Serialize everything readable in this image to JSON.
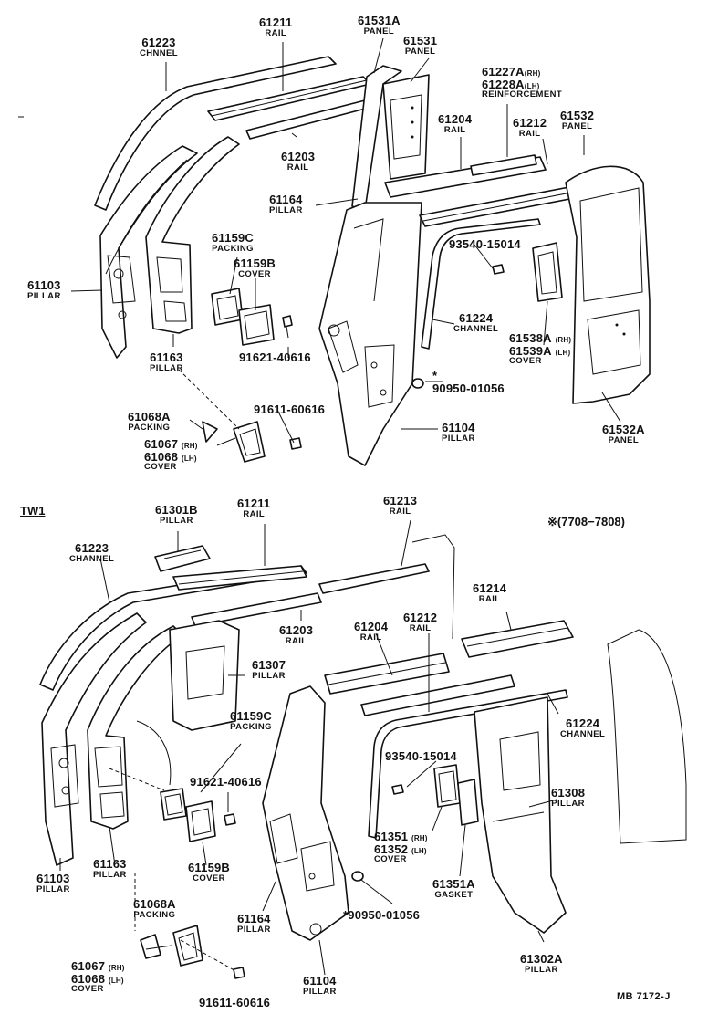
{
  "upper": {
    "labels": [
      {
        "id": "u61223",
        "num": "61223",
        "sub": "CHNNEL"
      },
      {
        "id": "u61211",
        "num": "61211",
        "sub": "RAIL"
      },
      {
        "id": "u61531a",
        "num": "61531A",
        "sub": "PANEL"
      },
      {
        "id": "u61531",
        "num": "61531",
        "sub": "PANEL"
      },
      {
        "id": "u61227a",
        "num": "61227A",
        "sfx": "(RH)"
      },
      {
        "id": "u61228a",
        "num": "61228A",
        "sfx": "(LH)",
        "sub": "REINFORCEMENT"
      },
      {
        "id": "u61204",
        "num": "61204",
        "sub": "RAIL"
      },
      {
        "id": "u61212",
        "num": "61212",
        "sub": "RAIL"
      },
      {
        "id": "u61532",
        "num": "61532",
        "sub": "PANEL"
      },
      {
        "id": "u61203",
        "num": "61203",
        "sub": "RAIL"
      },
      {
        "id": "u61164",
        "num": "61164",
        "sub": "PILLAR"
      },
      {
        "id": "u61159c",
        "num": "61159C",
        "sub": "PACKING"
      },
      {
        "id": "u61159b",
        "num": "61159B",
        "sub": "COVER"
      },
      {
        "id": "u61103",
        "num": "61103",
        "sub": "PILLAR"
      },
      {
        "id": "u93540",
        "num": "93540-15014"
      },
      {
        "id": "u61224",
        "num": "61224",
        "sub": "CHANNEL"
      },
      {
        "id": "u61538a",
        "num": "61538A",
        "sfx": "(RH)"
      },
      {
        "id": "u61539a",
        "num": "61539A",
        "sfx": "(LH)",
        "sub": "COVER"
      },
      {
        "id": "u91621",
        "num": "91621-40616"
      },
      {
        "id": "u61163",
        "num": "61163",
        "sub": "PILLAR"
      },
      {
        "id": "u90950",
        "num": "90950-01056",
        "star": "*"
      },
      {
        "id": "u91611",
        "num": "91611-60616"
      },
      {
        "id": "u61068a",
        "num": "61068A",
        "sub": "PACKING"
      },
      {
        "id": "u61067",
        "num": "61067",
        "sfx": "(RH)"
      },
      {
        "id": "u61068",
        "num": "61068",
        "sfx": "(LH)",
        "sub": "COVER"
      },
      {
        "id": "u61104",
        "num": "61104",
        "sub": "PILLAR"
      },
      {
        "id": "u61532a",
        "num": "61532A",
        "sub": "PANEL"
      }
    ]
  },
  "section_tag": "TW1",
  "date_note": "※(7708−7808)",
  "lower": {
    "labels": [
      {
        "id": "l61301b",
        "num": "61301B",
        "sub": "PILLAR"
      },
      {
        "id": "l61211",
        "num": "61211",
        "sub": "RAIL"
      },
      {
        "id": "l61213",
        "num": "61213",
        "sub": "RAIL"
      },
      {
        "id": "l61223",
        "num": "61223",
        "sub": "CHANNEL"
      },
      {
        "id": "l61214",
        "num": "61214",
        "sub": "RAIL"
      },
      {
        "id": "l61203",
        "num": "61203",
        "sub": "RAIL"
      },
      {
        "id": "l61204",
        "num": "61204",
        "sub": "RAIL"
      },
      {
        "id": "l61212",
        "num": "61212",
        "sub": "RAIL"
      },
      {
        "id": "l61307",
        "num": "61307",
        "sub": "PILLAR"
      },
      {
        "id": "l61159c",
        "num": "61159C",
        "sub": "PACKING"
      },
      {
        "id": "l61224",
        "num": "61224",
        "sub": "CHANNEL"
      },
      {
        "id": "l93540",
        "num": "93540-15014"
      },
      {
        "id": "l91621",
        "num": "91621-40616"
      },
      {
        "id": "l61308",
        "num": "61308",
        "sub": "PILLAR"
      },
      {
        "id": "l61351",
        "num": "61351",
        "sfx": "(RH)"
      },
      {
        "id": "l61352",
        "num": "61352",
        "sfx": "(LH)",
        "sub": "COVER"
      },
      {
        "id": "l61103",
        "num": "61103",
        "sub": "PILLAR"
      },
      {
        "id": "l61163",
        "num": "61163",
        "sub": "PILLAR"
      },
      {
        "id": "l61159b",
        "num": "61159B",
        "sub": "COVER"
      },
      {
        "id": "l61351a",
        "num": "61351A",
        "sub": "GASKET"
      },
      {
        "id": "l61068a",
        "num": "61068A",
        "sub": "PACKING"
      },
      {
        "id": "l61164",
        "num": "61164",
        "sub": "PILLAR"
      },
      {
        "id": "l90950",
        "num": "90950-01056",
        "star": "*"
      },
      {
        "id": "l61067",
        "num": "61067",
        "sfx": "(RH)"
      },
      {
        "id": "l61068",
        "num": "61068",
        "sfx": "(LH)",
        "sub": "COVER"
      },
      {
        "id": "l61104",
        "num": "61104",
        "sub": "PILLAR"
      },
      {
        "id": "l61302a",
        "num": "61302A",
        "sub": "PILLAR"
      },
      {
        "id": "l91611",
        "num": "91611-60616"
      }
    ]
  },
  "ref_code": "MB 7172-J"
}
